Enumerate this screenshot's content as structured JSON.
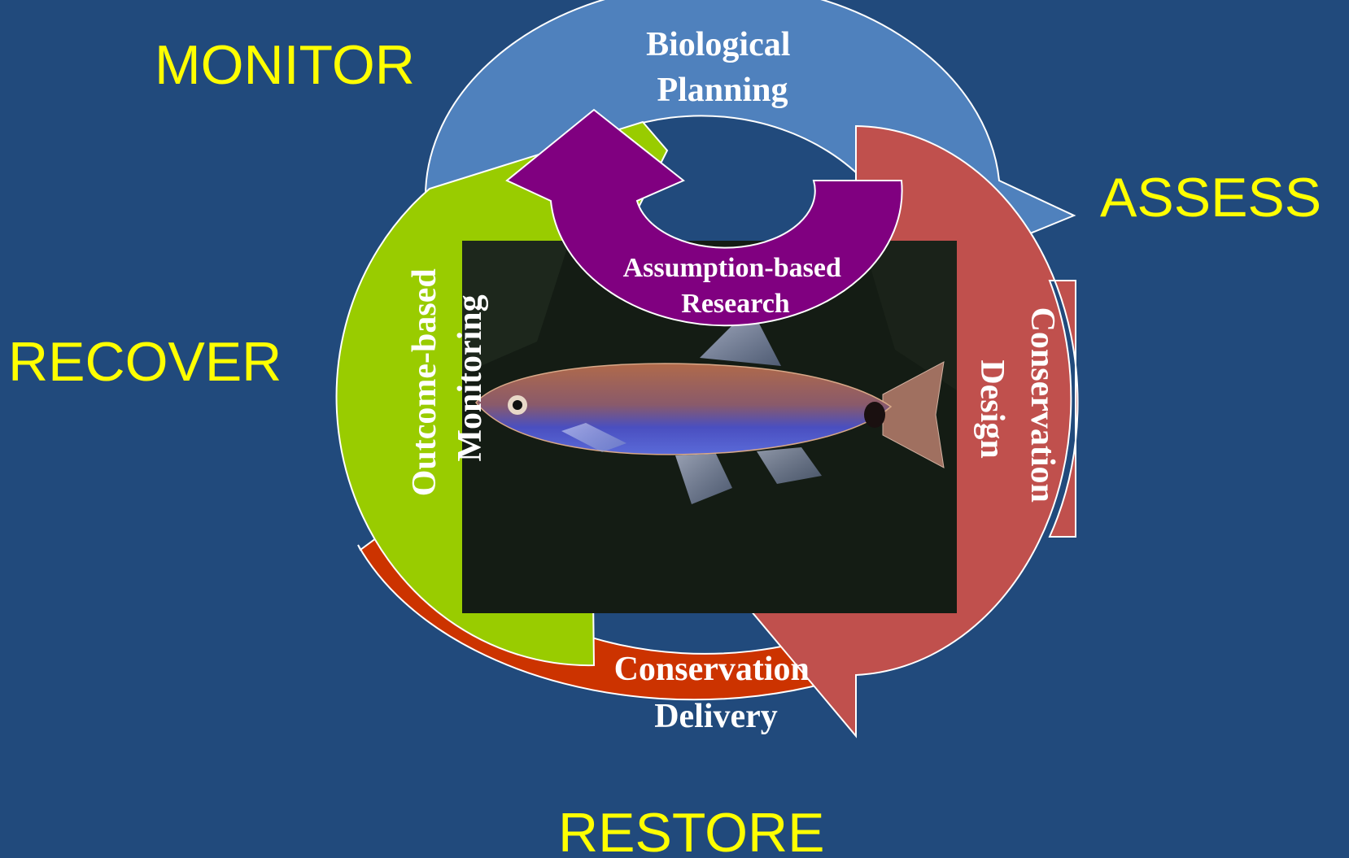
{
  "corner_labels": {
    "monitor": "MONITOR",
    "assess": "ASSESS",
    "recover": "RECOVER",
    "restore": "RESTORE"
  },
  "cycle_stages": {
    "biological_planning": {
      "line1": "Biological",
      "line2": "Planning"
    },
    "conservation_design": {
      "line1": "Conservation",
      "line2": "Design"
    },
    "conservation_delivery": {
      "line1": "Conservation",
      "line2": "Delivery"
    },
    "outcome_based_monitoring": {
      "line1": "Outcome-based",
      "line2": "Monitoring"
    },
    "assumption_based_research": {
      "line1": "Assumption-based",
      "line2": "Research"
    }
  },
  "colors": {
    "background": "#214a7c",
    "label_text": "#ffff00",
    "biological_planning": "#4f81bd",
    "conservation_design": "#c0504d",
    "conservation_delivery": "#cc3300",
    "outcome_based_monitoring": "#99cc00",
    "assumption_based_research": "#800080"
  },
  "photo": {
    "subject": "fish-photo"
  }
}
